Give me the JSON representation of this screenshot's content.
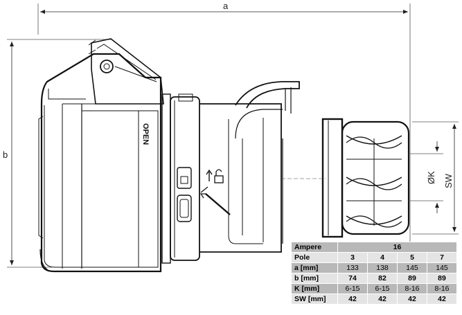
{
  "diagram": {
    "dimensions": {
      "a": "a",
      "b": "b",
      "k": "ØK",
      "sw": "SW"
    },
    "housing_text": "OPEN"
  },
  "spec_table": {
    "header": {
      "label": "Ampere",
      "value": "16"
    },
    "rows": [
      {
        "label": "Pole",
        "values": [
          "3",
          "4",
          "5",
          "7"
        ]
      },
      {
        "label": "a [mm]",
        "values": [
          "133",
          "138",
          "145",
          "145"
        ]
      },
      {
        "label": "b [mm]",
        "values": [
          "74",
          "82",
          "89",
          "89"
        ]
      },
      {
        "label": "K [mm]",
        "values": [
          "6-15",
          "6-15",
          "8-16",
          "8-16"
        ]
      },
      {
        "label": "SW [mm]",
        "values": [
          "42",
          "42",
          "42",
          "42"
        ]
      }
    ]
  }
}
